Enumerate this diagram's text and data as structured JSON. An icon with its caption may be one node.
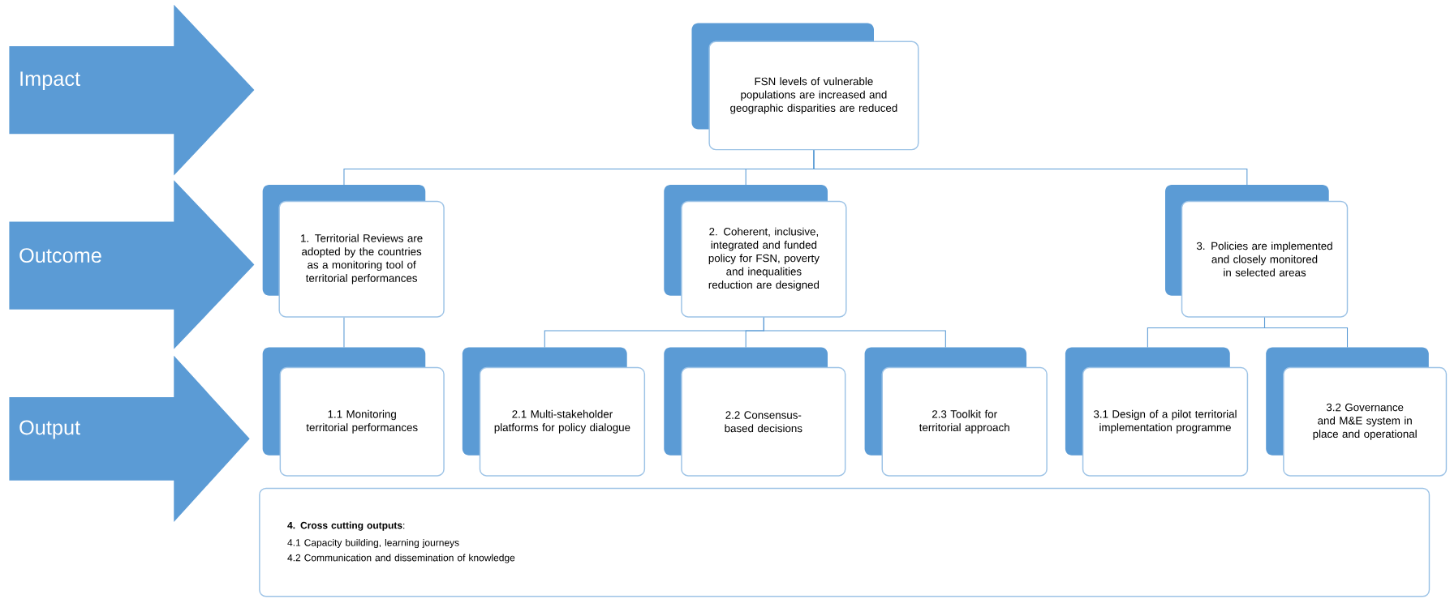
{
  "diagram": {
    "nodes": [
      {
        "text": [
          "Impact"
        ]
      },
      {
        "text": [
          "FSN levels of vulnerable populations are increased and geographic disparities are reduced"
        ]
      },
      {
        "text": [
          "Outcome"
        ]
      },
      {
        "text": [
          "1. Territorial Reviews are adopted by the countries as a monitoring tool of territorial performances"
        ]
      },
      {
        "text": [
          "2. Coherent, inclusive, integrated and funded policy for FSN, poverty and inequalities reduction are designed"
        ]
      },
      {
        "text": [
          "3. Policies are implemented and closely monitored in selected areas"
        ]
      },
      {
        "text": [
          "Output"
        ]
      },
      {
        "text": [
          "1.1 Monitoring territorial performances"
        ]
      },
      {
        "text": [
          "2.1 Multi-stakeholder platforms for policy dialogue"
        ]
      },
      {
        "text": [
          "2.2 Consensus-based decisions"
        ]
      },
      {
        "text": [
          "2.3 Toolkit for territorial approach"
        ]
      },
      {
        "text": [
          "3.1 Design of a pilot territorial implementation programme"
        ]
      },
      {
        "text": [
          "3.2 Governance and M&E system in place and operational"
        ]
      },
      {
        "text": [
          "**4. Cross cutting outputs**:",
          "4.1 Capacity building, learning journeys",
          "4.2 Communication and dissemination of knowledge"
        ]
      }
    ],
    "edges": [
      {
        "from": 1,
        "to": 3,
        "arrow": "none"
      },
      {
        "from": 1,
        "to": 4,
        "arrow": "none"
      },
      {
        "from": 1,
        "to": 5,
        "arrow": "none"
      },
      {
        "from": 3,
        "to": 7,
        "arrow": "none"
      },
      {
        "from": 4,
        "to": 8,
        "arrow": "none"
      },
      {
        "from": 4,
        "to": 9,
        "arrow": "none"
      },
      {
        "from": 4,
        "to": 10,
        "arrow": "none"
      },
      {
        "from": 5,
        "to": 11,
        "arrow": "none"
      },
      {
        "from": 5,
        "to": 12,
        "arrow": "none"
      }
    ]
  }
}
